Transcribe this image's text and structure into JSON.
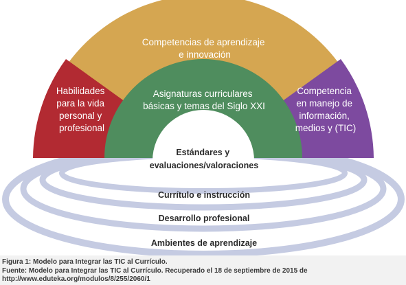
{
  "diagram": {
    "segments": {
      "top": [
        "Competencias de aprendizaje",
        "e innovación"
      ],
      "left": [
        "Habilidades",
        "para la vida",
        "personal y",
        "profesional"
      ],
      "right": [
        "Competencia",
        "en manejo de",
        "información,",
        "medios y (TIC)"
      ],
      "center": [
        "Asignaturas curriculares",
        "básicas y temas del Siglo XXI"
      ]
    },
    "core": [
      "Estándares y",
      "evaluaciones/valoraciones"
    ],
    "rings": [
      "Currítulo e instrucción",
      "Desarrollo profesional",
      "Ambientes de aprendizaje"
    ],
    "colors": {
      "top": "#d5a651",
      "left": "#b22a32",
      "right": "#7d4a9f",
      "center": "#4f8d5e",
      "ring": "#c5cbe2"
    }
  },
  "caption": {
    "line1": "Figura 1: Modelo para Integrar las TIC al Currículo.",
    "line2": "Fuente: Modelo para Integrar las TIC al Currículo. Recuperado el 18 de septiembre de 2015 de",
    "line3": "http://www.eduteka.org/modulos/8/255/2060/1"
  }
}
